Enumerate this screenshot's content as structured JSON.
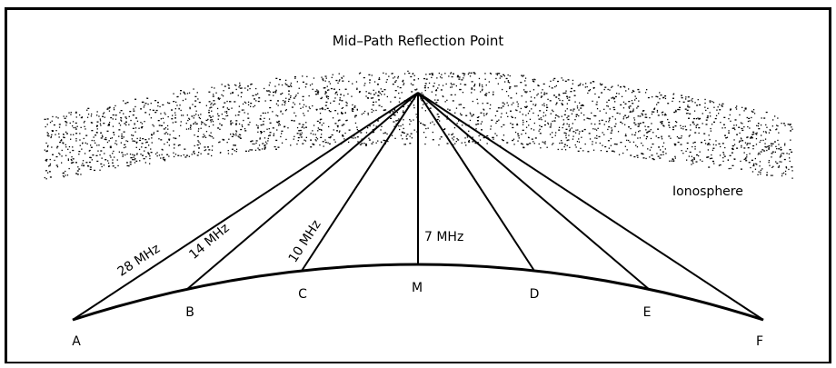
{
  "title": "Mid–Path Reflection Point",
  "ionosphere_label": "Ionosphere",
  "frequencies": {
    "f28": "28 MHz",
    "f14": "14 MHz",
    "f10": "10 MHz",
    "f7": "7 MHz"
  },
  "points": {
    "A": "A",
    "B": "B",
    "C": "C",
    "M": "M",
    "D": "D",
    "E": "E",
    "F": "F"
  },
  "colors": {
    "line": "#000000",
    "background": "#ffffff"
  }
}
